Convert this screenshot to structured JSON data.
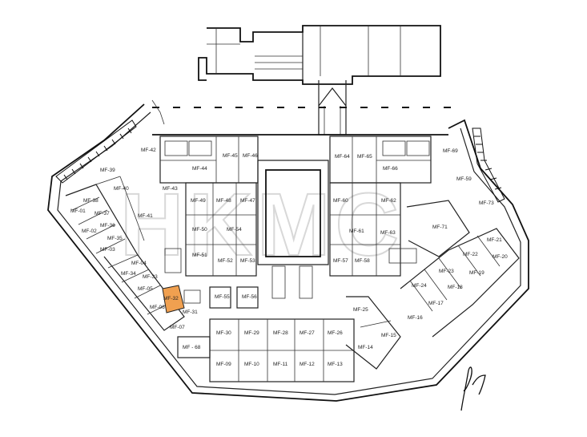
{
  "highlight_color": "#f0a050",
  "watermark": "HKMC",
  "units": {
    "mf42": "MF-42",
    "mf39": "MF-39",
    "mf40": "MF-40",
    "mf43": "MF-43",
    "mf44": "MF-44",
    "mf45": "MF-45",
    "mf46top": "MF-46",
    "mf38": "MF-38",
    "mf37": "MF-37",
    "mf36": "MF-36",
    "mf35": "MF-35",
    "mf41": "MF-41",
    "mf01": "MF-01",
    "mf02": "MF-02",
    "mf03": "MF-03",
    "mf49": "MF-49",
    "mf48": "MF-48",
    "mf47": "MF-47",
    "mf50": "MF-50",
    "mf54": "MF-54",
    "mf51": "MF-51",
    "mf52": "MF-52",
    "mf53": "MF-53",
    "mf04": "MF-04",
    "mf33": "MF-33",
    "mf34": "MF-34",
    "mf05": "MF-05",
    "mf32": "MF-32",
    "mf06": "MF-06",
    "mf31": "MF-31",
    "mf07": "MF-07",
    "mf55": "MF-55",
    "mf56": "MF-56",
    "mf64": "MF-64",
    "mf65": "MF-65",
    "mf66": "MF-66",
    "mf69": "MF-69",
    "mf59": "MF-59",
    "mf60": "MF-60",
    "mf62": "MF-62",
    "mf61": "MF-61",
    "mf63": "MF-63",
    "mf57": "MF-57",
    "mf58": "MF-58",
    "mf71": "MF-71",
    "mf73": "MF-73",
    "mf21": "MF-21",
    "mf22": "MF-22",
    "mf20": "MF-20",
    "mf23": "MF-23",
    "mf19": "MF-19",
    "mf24": "MF-24",
    "mf18": "MF-18",
    "mf17": "MF-17",
    "mf16": "MF-16",
    "mf25": "MF-25",
    "mf14": "MF-14",
    "mf15": "MF-15",
    "mf30": "MF-30",
    "mf29": "MF-29",
    "mf28": "MF-28",
    "mf27": "MF-27",
    "mf26": "MF-26",
    "mf68": "MF - 68",
    "mf09": "MF-09",
    "mf10": "MF-10",
    "mf11": "MF-11",
    "mf12": "MF-12",
    "mf13": "MF-13"
  }
}
